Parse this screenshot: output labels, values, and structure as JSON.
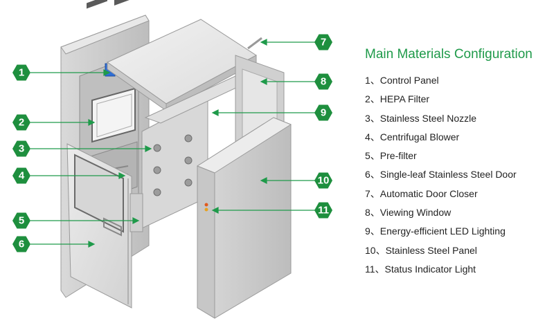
{
  "legend": {
    "title": "Main Materials Configuration",
    "items": [
      "1、Control Panel",
      "2、HEPA Filter",
      "3、Stainless Steel Nozzle",
      "4、Centrifugal Blower",
      "5、Pre-filter",
      "6、Single-leaf Stainless Steel Door",
      "7、Automatic Door Closer",
      "8、Viewing Window",
      "9、Energy-efficient LED Lighting",
      "10、Stainless Steel Panel",
      "11、Status Indicator Light"
    ]
  },
  "callouts": [
    "1",
    "2",
    "3",
    "4",
    "5",
    "6",
    "7",
    "8",
    "9",
    "10",
    "11"
  ],
  "colors": {
    "accent_green": "#1f9a4a",
    "badge_green": "#1e8f3e",
    "steel_light": "#e6e6e6",
    "steel_mid": "#cfcfcf",
    "steel_dark": "#a9a9a9"
  }
}
